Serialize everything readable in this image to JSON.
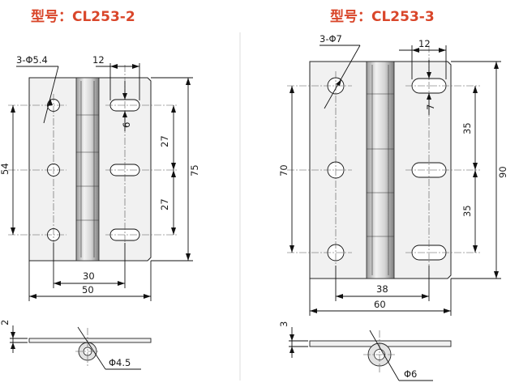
{
  "titles": {
    "left": "型号：CL253-2",
    "right": "型号：CL253-3"
  },
  "left": {
    "holes_label": "3-Φ5.4",
    "width_half": "12",
    "slot_width": "6",
    "pitch_upper": "27",
    "pitch_lower": "27",
    "height_total": "75",
    "hole_span": "54",
    "hinge_center": "30",
    "width_total": "50",
    "thickness": "2",
    "pin_dia": "Φ4.5"
  },
  "right": {
    "holes_label": "3-Φ7",
    "width_half": "12",
    "slot_width": "7",
    "pitch_upper": "35",
    "pitch_lower": "35",
    "height_total": "90",
    "hole_span": "70",
    "hinge_center": "38",
    "width_total": "60",
    "thickness": "3",
    "pin_dia": "Φ6"
  },
  "colors": {
    "title": "#d9462a",
    "plate": "#f1f1f1",
    "line": "#111111"
  }
}
